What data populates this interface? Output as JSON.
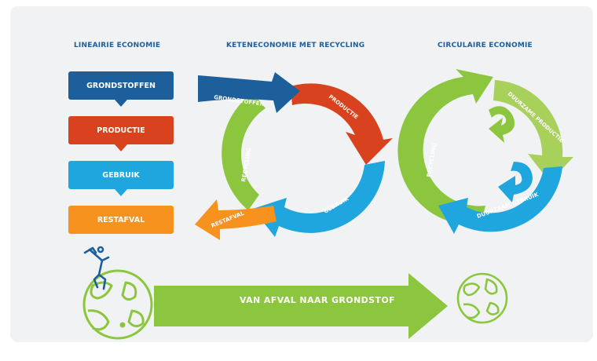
{
  "headings": {
    "linear": "LINEAIRIE ECONOMIE",
    "chain": "KETENECONOMIE MET RECYCLING",
    "circular": "CIRCULAIRE ECONOMIE"
  },
  "linear_steps": [
    {
      "label": "GRONDSTOFFEN",
      "color": "#1d5f9b"
    },
    {
      "label": "PRODUCTIE",
      "color": "#d8421e"
    },
    {
      "label": "GEBRUIK",
      "color": "#1fa6df"
    },
    {
      "label": "RESTAFVAL",
      "color": "#f7921e"
    }
  ],
  "chain_cycle": {
    "grondstoffen": "GRONDSTOFFEN",
    "productie": "PRODUCTIE",
    "gebruik": "GEBRUIK",
    "recycling": "RECYCLING",
    "restafval": "RESTAFVAL"
  },
  "circular_cycle": {
    "recycling": "RECYCLING",
    "duurzame_productie": "DUURZAME PRODUCTIE",
    "duurzaam_gebruik": "DUURZAAM GEBRUIK"
  },
  "banner": "VAN AFVAL NAAR GRONDSTOF",
  "colors": {
    "background_panel": "#f0f2f3",
    "heading": "#1d5f9b",
    "green": "#8cc63e",
    "light_green": "#a8d15c",
    "navy": "#1d5f9b",
    "red": "#d8421e",
    "blue": "#1fa6df",
    "orange": "#f7921e"
  },
  "icons": [
    "earth-globe-icon",
    "stick-figure-icon"
  ]
}
